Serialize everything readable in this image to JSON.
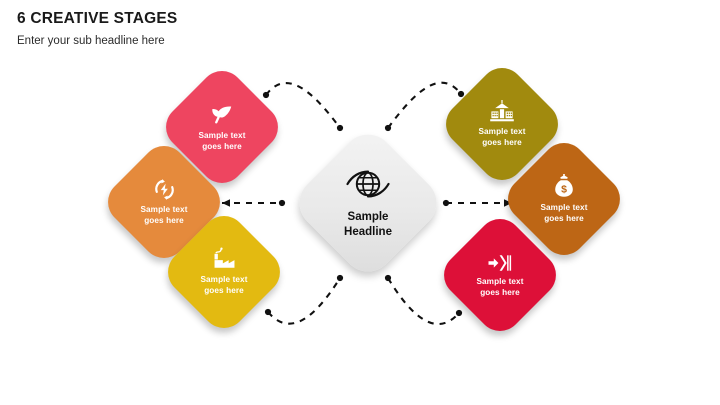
{
  "header": {
    "title": "6 CREATIVE STAGES",
    "subtitle": "Enter your sub headline here"
  },
  "center": {
    "icon": "globe-eye-icon",
    "label": "Sample\nHeadline",
    "color": "#e9e9e9",
    "text_color": "#111111"
  },
  "nodes": [
    {
      "id": "node-pink",
      "icon": "leaf-icon",
      "label": "Sample text\ngoes here",
      "color": "#ee4560",
      "position": "upper-left"
    },
    {
      "id": "node-orange",
      "icon": "recycle-energy-icon",
      "label": "Sample text\ngoes here",
      "color": "#e58a3c",
      "position": "mid-left"
    },
    {
      "id": "node-yellow",
      "icon": "factory-icon",
      "label": "Sample text\ngoes here",
      "color": "#e3ba11",
      "position": "lower-left"
    },
    {
      "id": "node-olive",
      "icon": "bank-building-icon",
      "label": "Sample text\ngoes here",
      "color": "#a18a0e",
      "position": "upper-right"
    },
    {
      "id": "node-brown",
      "icon": "money-bag-icon",
      "label": "Sample text\ngoes here",
      "color": "#bd6615",
      "position": "mid-right"
    },
    {
      "id": "node-red",
      "icon": "arrow-stripes-icon",
      "label": "Sample text\ngoes here",
      "color": "#dd1038",
      "position": "lower-right"
    }
  ],
  "connectors": {
    "style": "dashed",
    "color": "#111111",
    "count": 6
  }
}
